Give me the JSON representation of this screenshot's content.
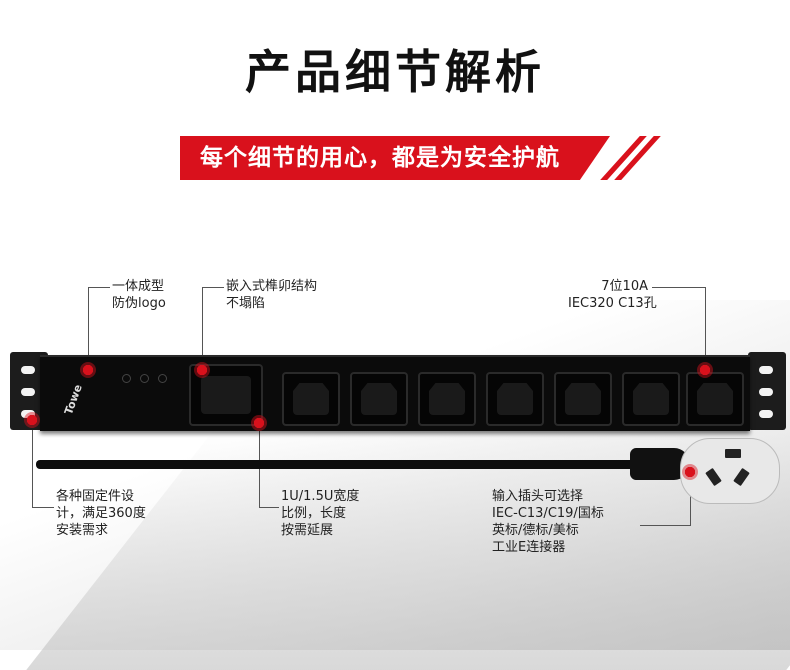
{
  "title": "产品细节解析",
  "banner": "每个细节的用心，都是为安全护航",
  "brand_logo": "Towe",
  "colors": {
    "accent": "#d9111c",
    "product": "#0b0b0b"
  },
  "callouts": {
    "integrated": [
      "一体成型",
      "防伪logo"
    ],
    "mortise": [
      "嵌入式榫卯结构",
      "不塌陷"
    ],
    "outlets": [
      "7位10A",
      "IEC320 C13孔"
    ],
    "mounting": [
      "各种固定件设",
      "计，满足360度",
      "安装需求"
    ],
    "size": [
      "1U/1.5U宽度",
      "比例，长度",
      "按需延展"
    ],
    "plug": [
      "输入插头可选择",
      "IEC-C13/C19/国标",
      "英标/德标/美标",
      "工业E连接器"
    ]
  }
}
